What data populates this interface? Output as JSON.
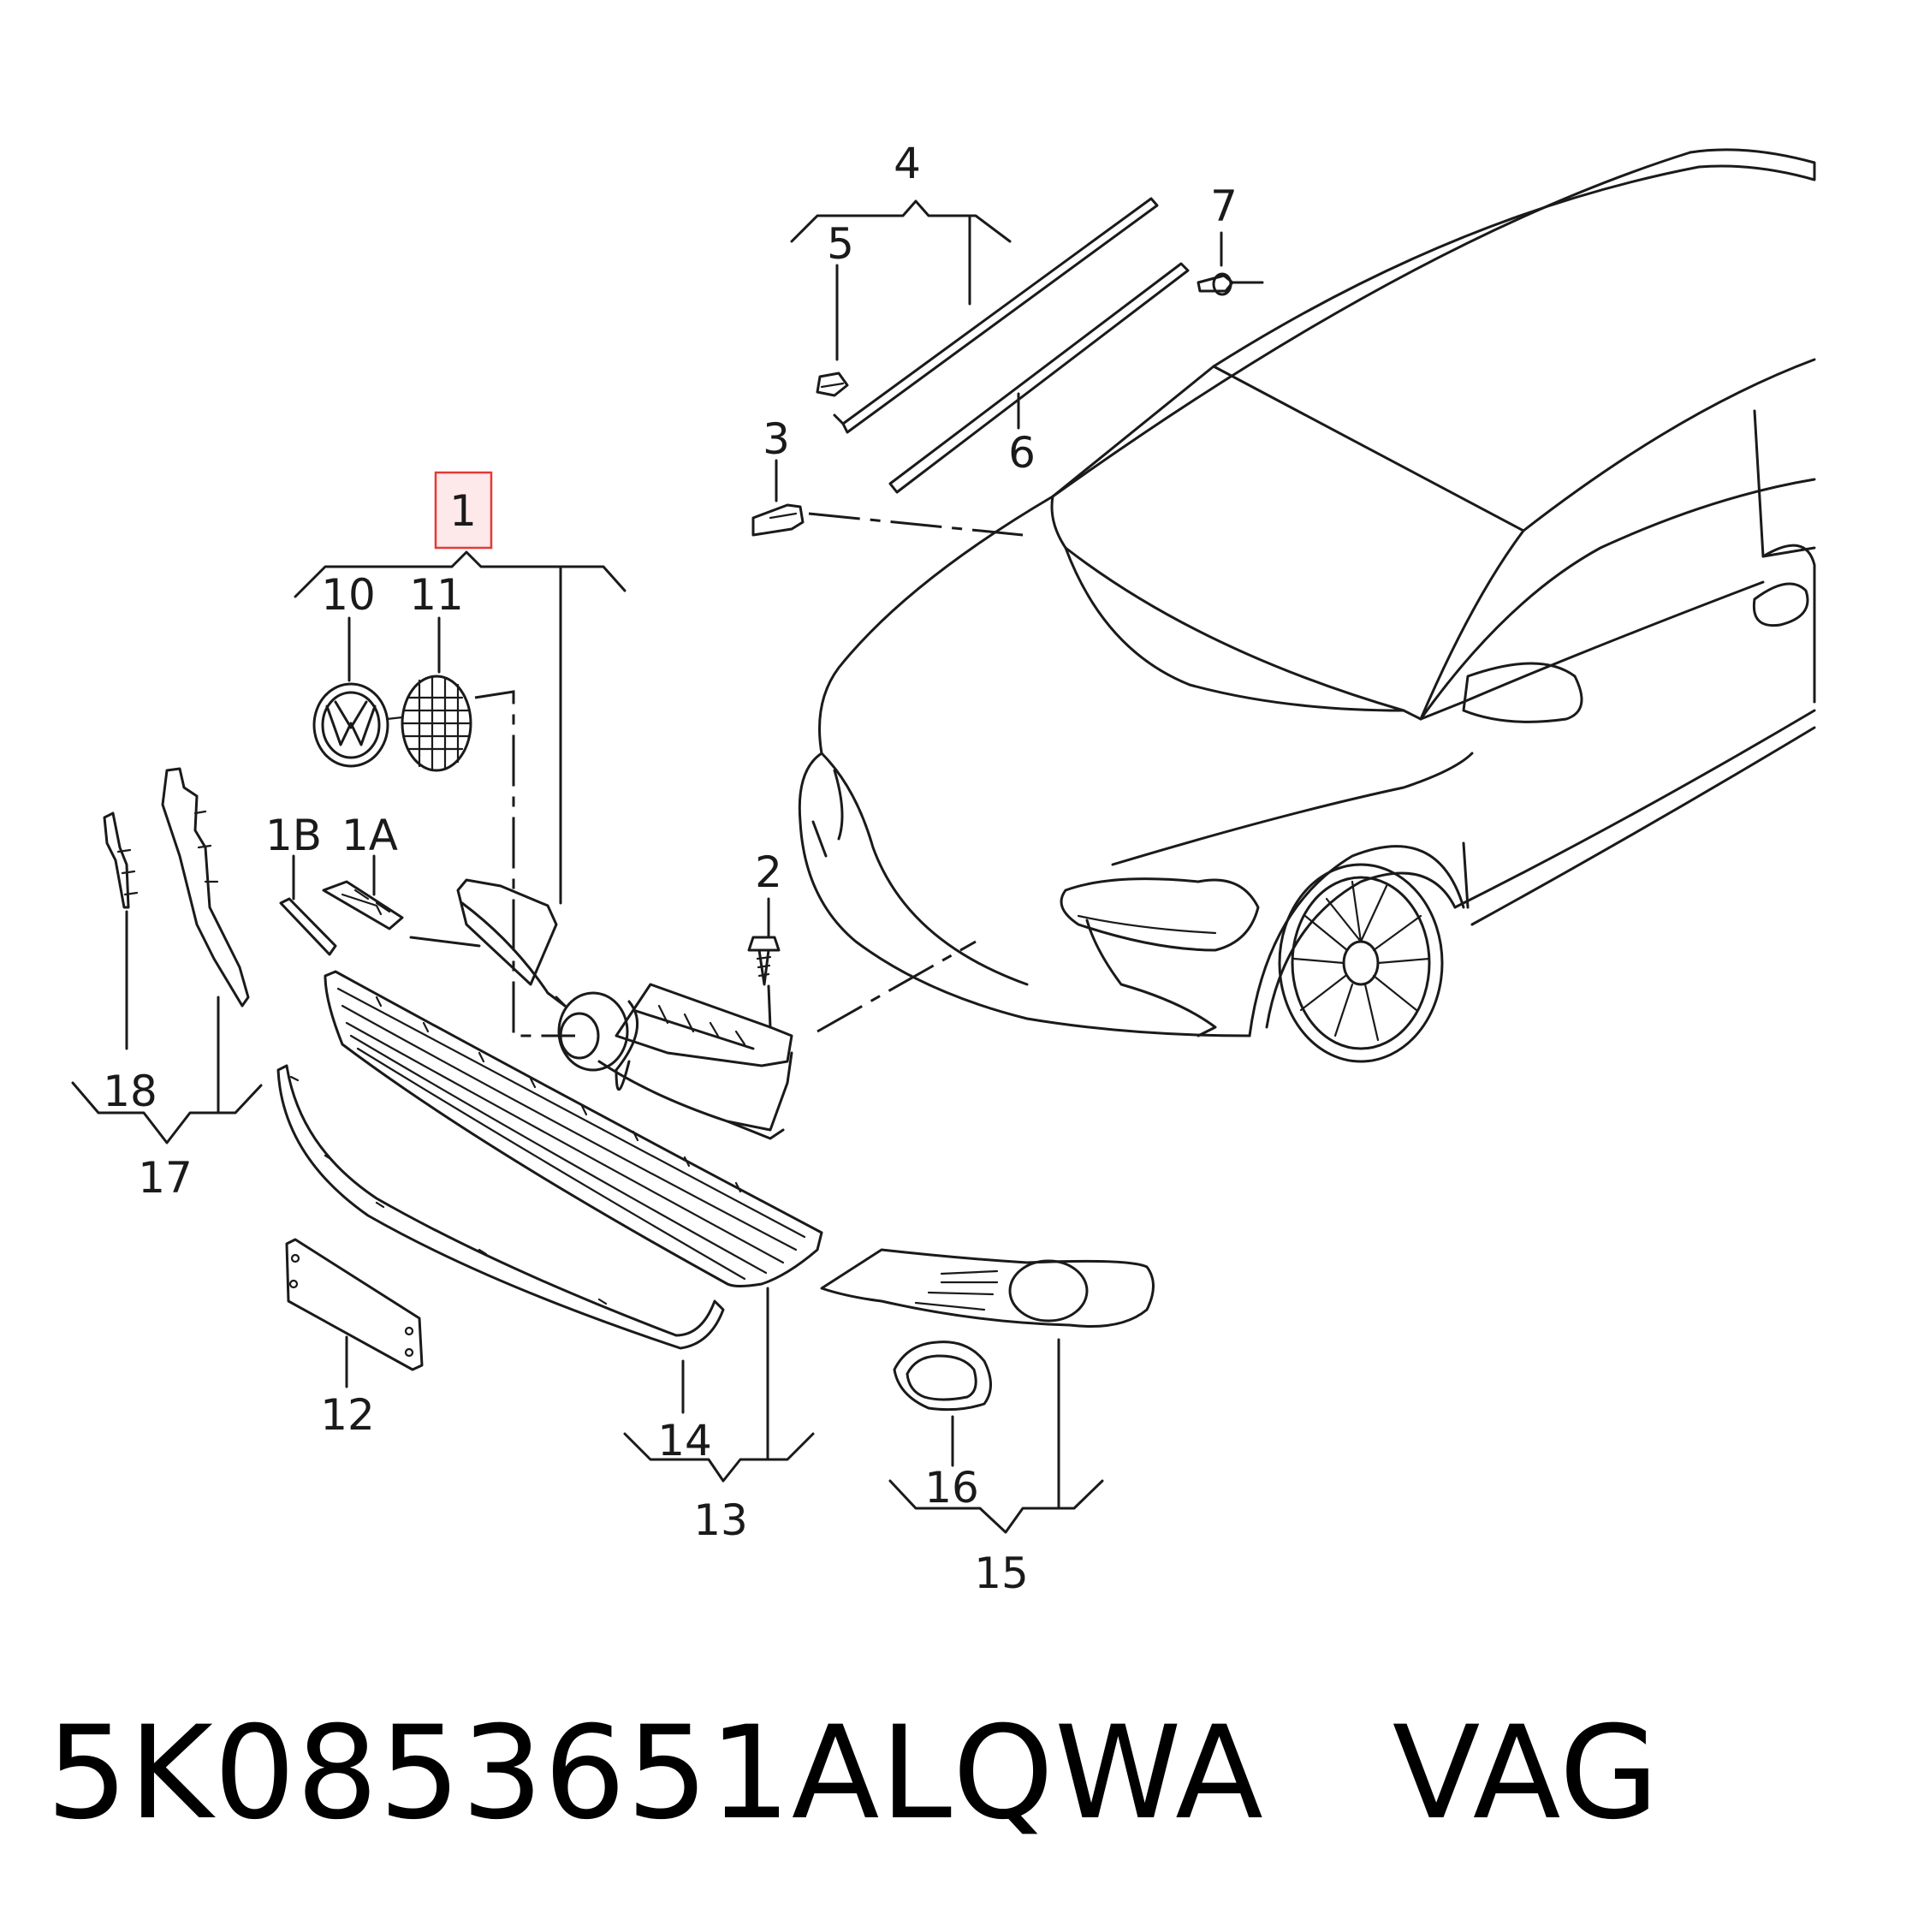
{
  "labels": {
    "l1": "1",
    "l1A": "1A",
    "l1B": "1B",
    "l2": "2",
    "l3": "3",
    "l4": "4",
    "l5": "5",
    "l6": "6",
    "l7": "7",
    "l10": "10",
    "l11": "11",
    "l12": "12",
    "l13": "13",
    "l14": "14",
    "l15": "15",
    "l16": "16",
    "l17": "17",
    "l18": "18"
  },
  "footer": {
    "part_number": "5K0853651ALQWA",
    "brand": "VAG"
  },
  "colors": {
    "line": "#1a1a1a",
    "highlight_border": "#e53935",
    "highlight_fill": "#fde8ea"
  }
}
